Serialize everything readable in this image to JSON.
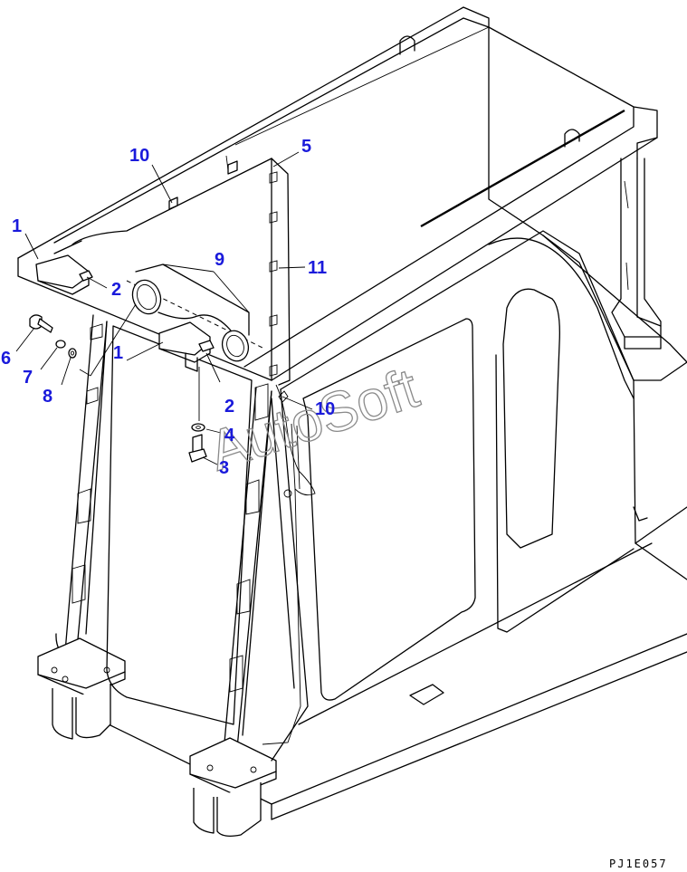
{
  "drawing_code": "PJ1E057",
  "watermark": "AutoSoft",
  "colors": {
    "callout": "#1a1adb",
    "line": "#000000",
    "watermark": "#8a8a8a"
  },
  "callouts": [
    {
      "id": "c1a",
      "text": "1"
    },
    {
      "id": "c1b",
      "text": "1"
    },
    {
      "id": "c2a",
      "text": "2"
    },
    {
      "id": "c2b",
      "text": "2"
    },
    {
      "id": "c3",
      "text": "3"
    },
    {
      "id": "c4",
      "text": "4"
    },
    {
      "id": "c5",
      "text": "5"
    },
    {
      "id": "c6",
      "text": "6"
    },
    {
      "id": "c7",
      "text": "7"
    },
    {
      "id": "c8",
      "text": "8"
    },
    {
      "id": "c9",
      "text": "9"
    },
    {
      "id": "c10a",
      "text": "10"
    },
    {
      "id": "c10b",
      "text": "10"
    },
    {
      "id": "c11",
      "text": "11"
    }
  ]
}
